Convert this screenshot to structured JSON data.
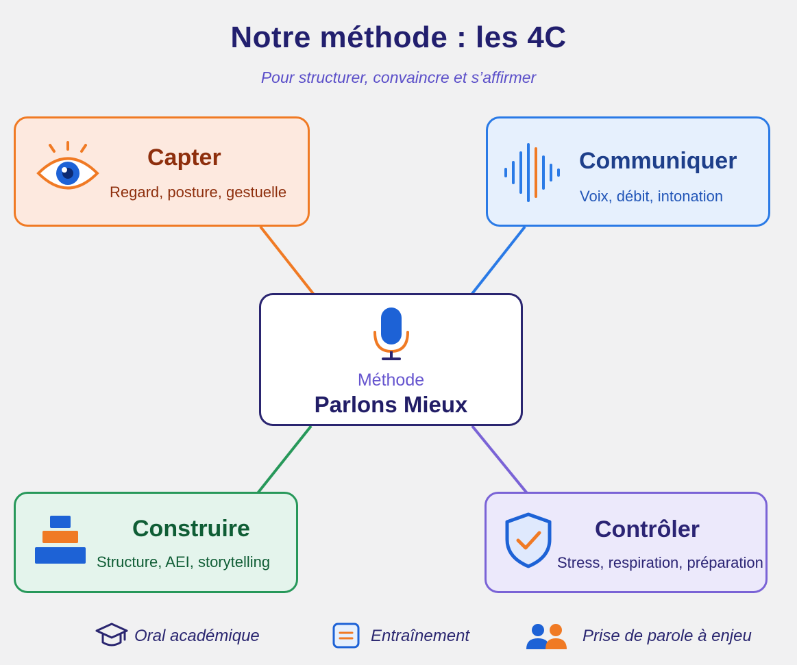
{
  "header": {
    "title": "Notre méthode : les 4C",
    "subtitle": "Pour structurer, convaincre et s’affirmer"
  },
  "center": {
    "subtitle": "Méthode",
    "title": "Parlons Mieux",
    "icon": "microphone-icon"
  },
  "cards": {
    "capter": {
      "title": "Capter",
      "description": "Regard, posture, gestuelle",
      "icon": "eye-icon",
      "accent": "#f07a24"
    },
    "communiquer": {
      "title": "Communiquer",
      "description": "Voix, débit, intonation",
      "icon": "sound-wave-icon",
      "accent": "#2a7ae6"
    },
    "construire": {
      "title": "Construire",
      "description": "Structure, AEI, storytelling",
      "icon": "blocks-stack-icon",
      "accent": "#27985a"
    },
    "controler": {
      "title": "Contrôler",
      "description": "Stress, respiration, préparation",
      "icon": "shield-check-icon",
      "accent": "#7a63d6"
    }
  },
  "footer": {
    "items": [
      {
        "label": "Oral académique",
        "icon": "graduation-cap-icon"
      },
      {
        "label": "Entraînement",
        "icon": "document-icon"
      },
      {
        "label": "Prise de parole à enjeu",
        "icon": "people-icon"
      }
    ]
  }
}
